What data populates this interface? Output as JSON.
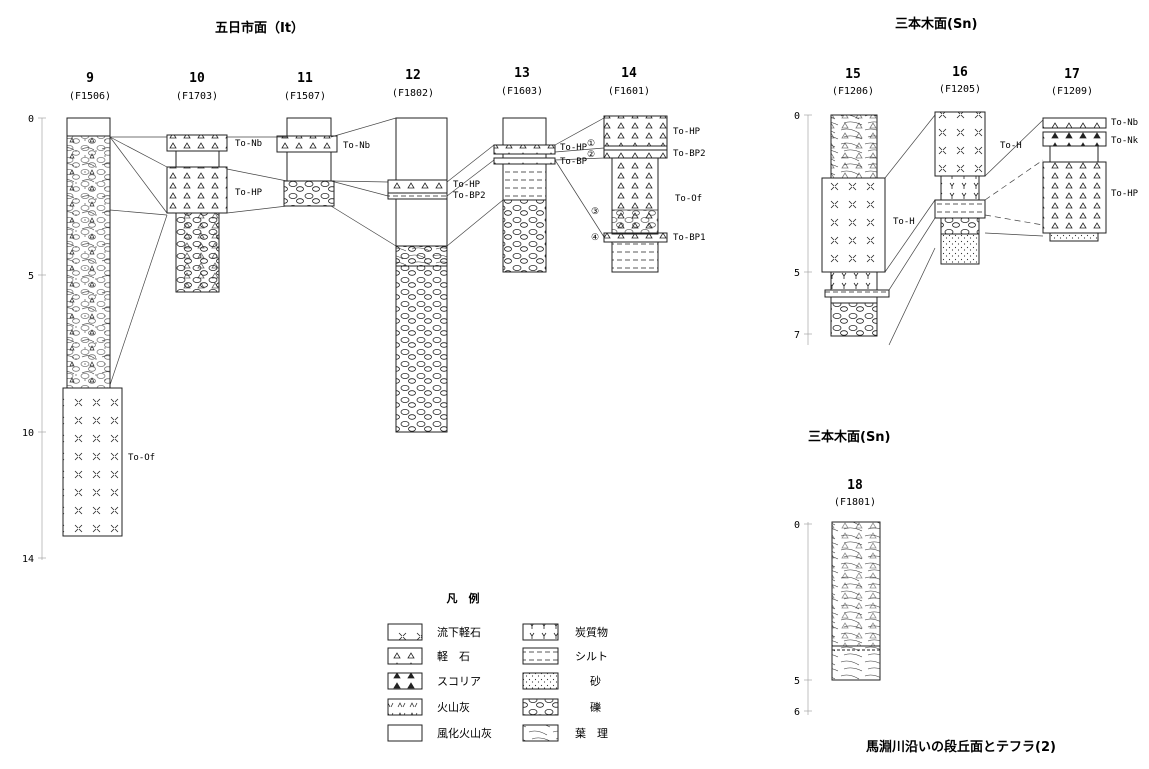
{
  "titles": {
    "itsukaichi": "五日市面（It）",
    "sanbongi_top": "三本木面(Sn)",
    "sanbongi_bottom": "三本木面(Sn)"
  },
  "columns": [
    {
      "num": "9",
      "code": "(F1506)"
    },
    {
      "num": "10",
      "code": "(F1703)"
    },
    {
      "num": "11",
      "code": "(F1507)"
    },
    {
      "num": "12",
      "code": "(F1802)"
    },
    {
      "num": "13",
      "code": "(F1603)"
    },
    {
      "num": "14",
      "code": "(F1601)"
    },
    {
      "num": "15",
      "code": "(F1206)"
    },
    {
      "num": "16",
      "code": "(F1205)"
    },
    {
      "num": "17",
      "code": "(F1209)"
    },
    {
      "num": "18",
      "code": "(F1801)"
    }
  ],
  "depth_scales": {
    "left": [
      "0",
      "5",
      "10",
      "14"
    ],
    "right": [
      "0",
      "5",
      "7"
    ],
    "bottom": [
      "0",
      "5",
      "6"
    ]
  },
  "tephra_labels": {
    "to_nb": "To-Nb",
    "to_hp": "To-HP",
    "to_bp2": "To-BP2",
    "to_bp": "To-BP",
    "to_of": "To-Of",
    "to_bp1": "To-BP1",
    "to_h": "To-H",
    "to_nk": "To-Nk",
    "circle_1": "①",
    "circle_2": "②",
    "circle_3": "③",
    "circle_4": "④"
  },
  "legend": {
    "title": "凡　例",
    "items": [
      {
        "label": "流下軽石",
        "pattern": "pyroclastic-flow-pumice"
      },
      {
        "label": "軽　石",
        "pattern": "pumice"
      },
      {
        "label": "スコリア",
        "pattern": "scoria"
      },
      {
        "label": "火山灰",
        "pattern": "volcanic-ash"
      },
      {
        "label": "風化火山灰",
        "pattern": "weathered-volcanic-ash"
      },
      {
        "label": "炭質物",
        "pattern": "carbonaceous-matter"
      },
      {
        "label": "シルト",
        "pattern": "silt"
      },
      {
        "label": "砂",
        "pattern": "sand"
      },
      {
        "label": "礫",
        "pattern": "gravel"
      },
      {
        "label": "葉　理",
        "pattern": "lamination"
      }
    ]
  },
  "caption": "馬淵川沿いの段丘面とテフラ(2)"
}
